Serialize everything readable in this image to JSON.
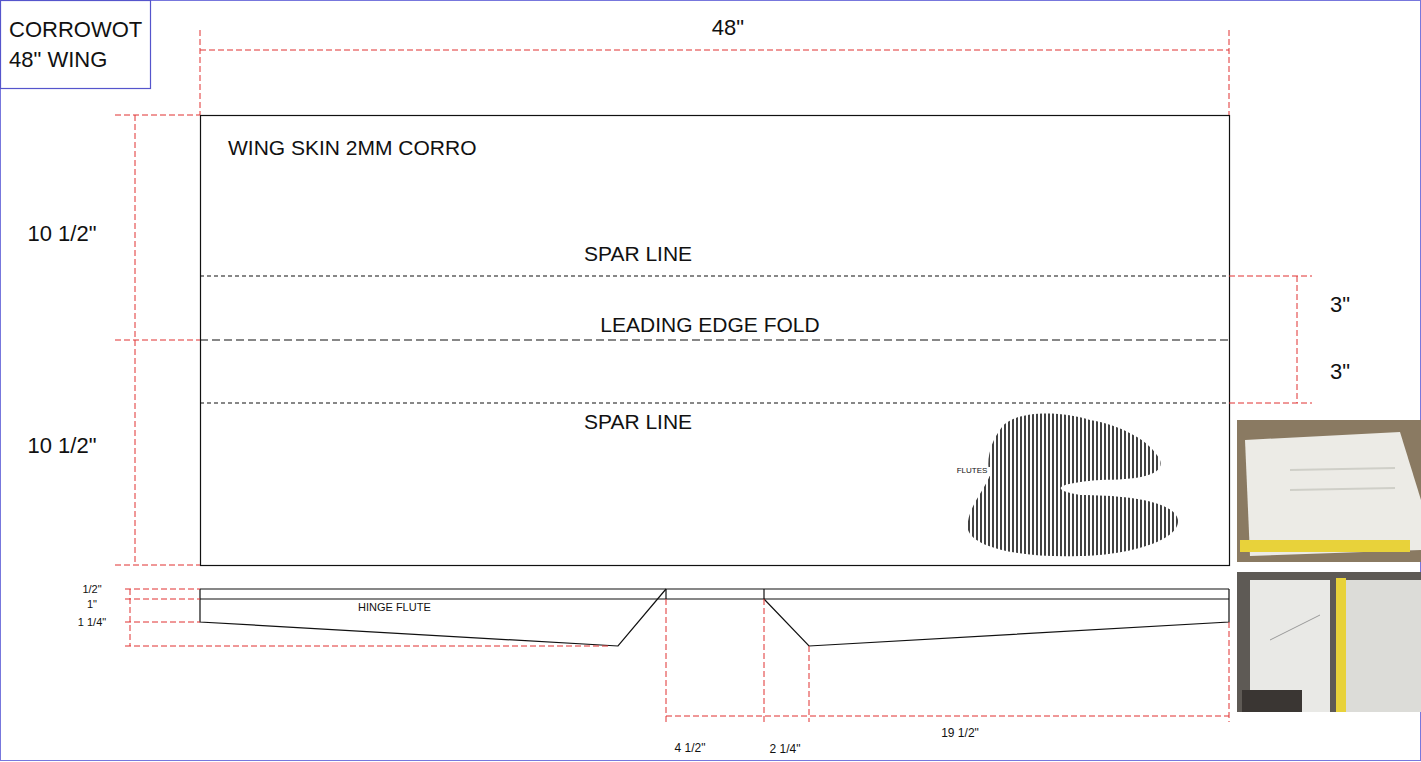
{
  "diagram": {
    "nodes": [
      {
        "text": [
          "CORROWOT 48\" WING"
        ]
      },
      {
        "text": [
          "WING SKIN 2MM CORRO"
        ]
      },
      {
        "text": [
          "HINGE FLUTE"
        ]
      }
    ],
    "labels": [
      "48\"",
      "10 1/2\"",
      "10 1/2\"",
      "3\"",
      "3\"",
      "SPAR LINE",
      "LEADING EDGE FOLD",
      "SPAR LINE",
      "FLUTES",
      "1/2\"",
      "1\"",
      "1 1/4\"",
      "4 1/2\"",
      "2 1/4\"",
      "19 1/2\""
    ]
  }
}
